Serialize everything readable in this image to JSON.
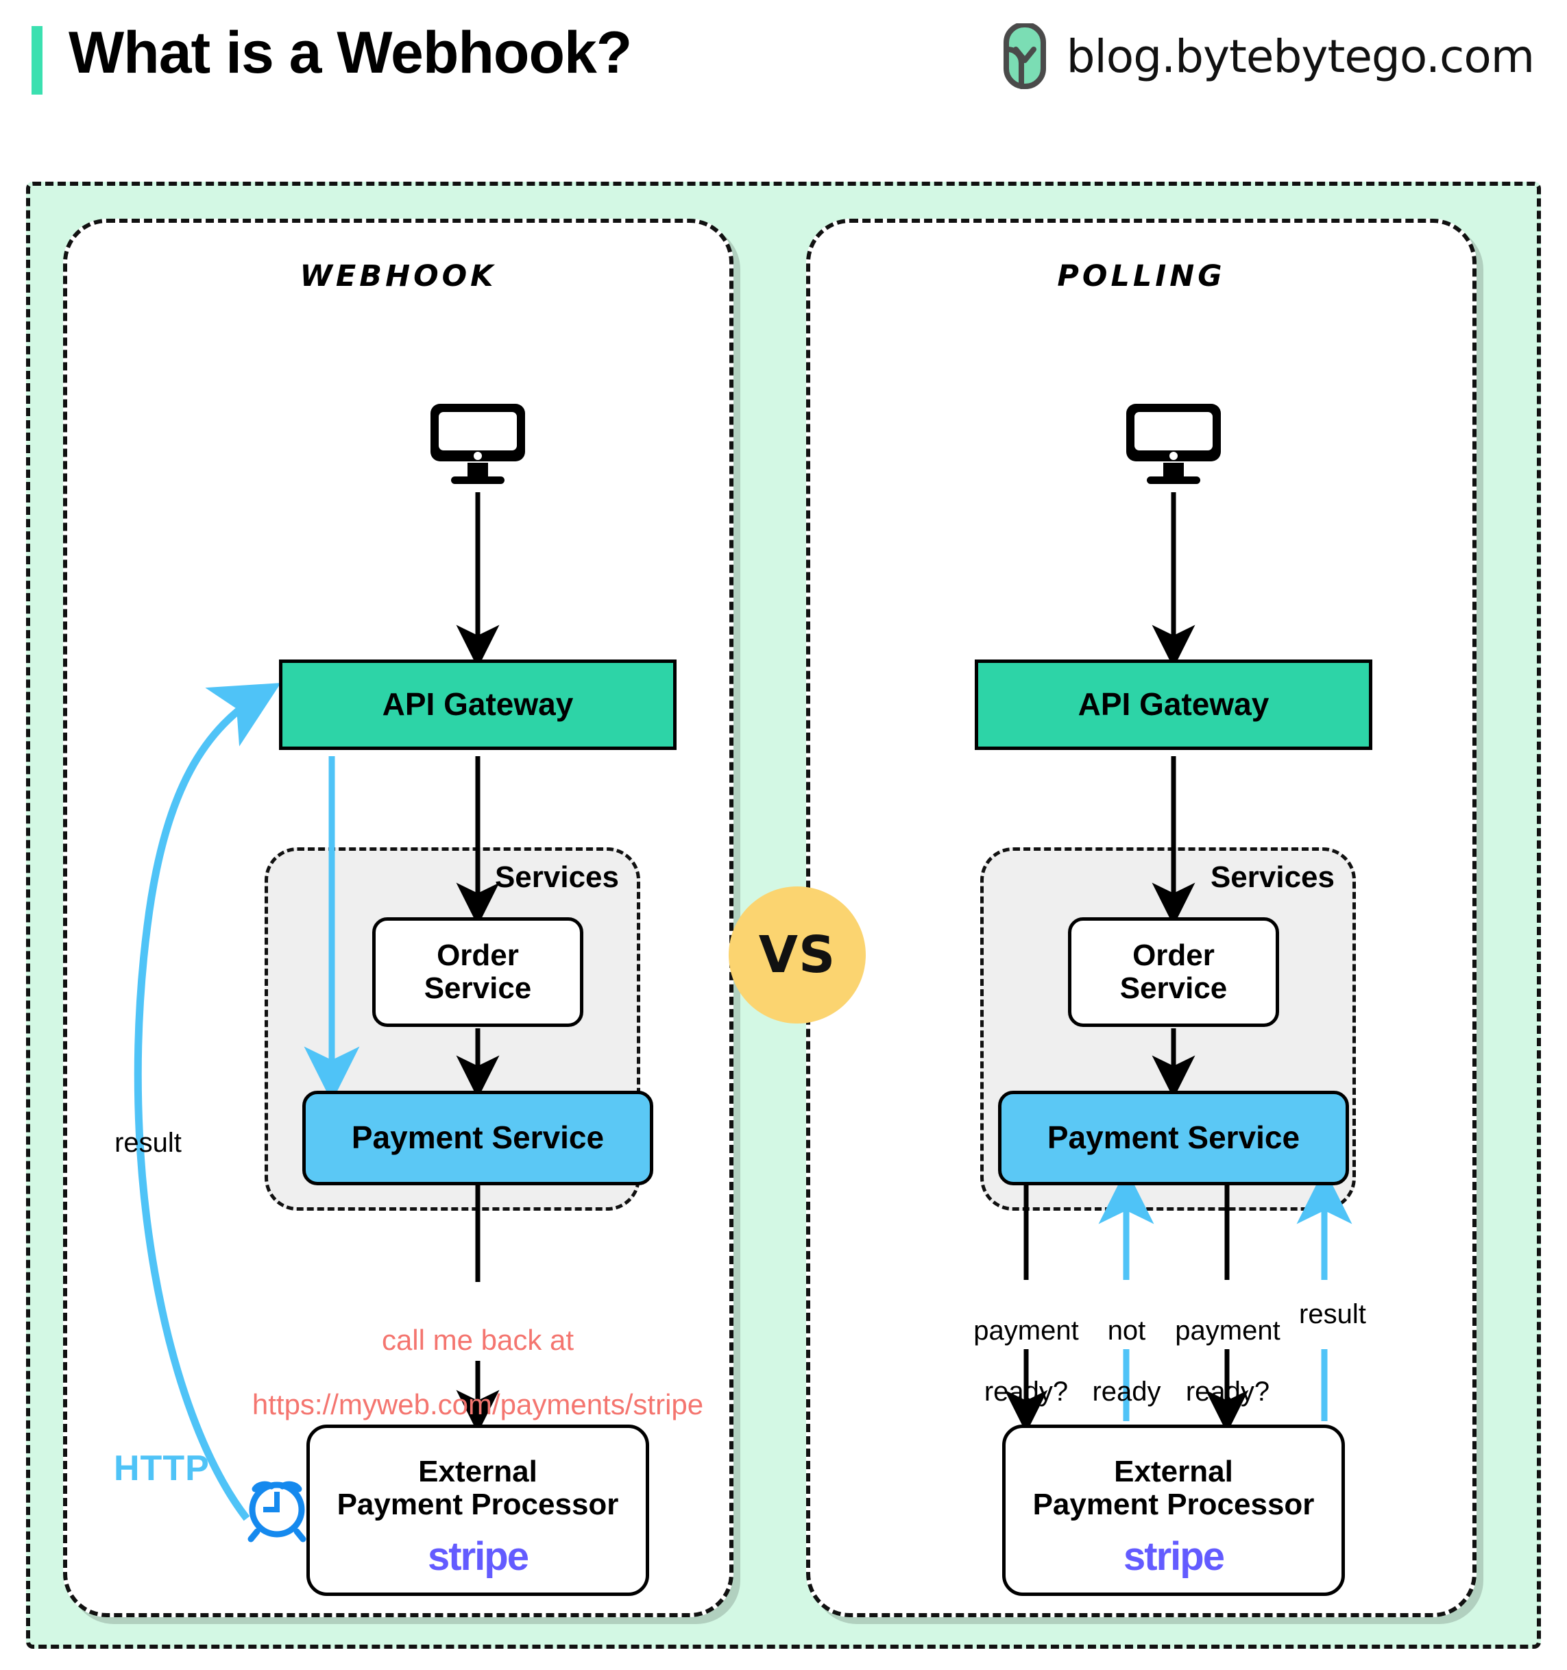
{
  "header": {
    "title": "What is a Webhook?",
    "brand_text": "blog.bytebytego.com",
    "logo_icon": "bytebytego-logo-icon",
    "accent_color": "#3BE0B0"
  },
  "colors": {
    "frame_background": "#D3F8E4",
    "gateway": "#2DD4A7",
    "payment_service": "#5BC8F5",
    "services_container": "#EFEFEF",
    "vs_badge": "#FBD470",
    "callback_text": "#F4756F",
    "http_blue": "#4FC3F7",
    "arrow_blue": "#4FC3F7",
    "alarm_blue": "#1589EE",
    "stripe_purple": "#635BFF"
  },
  "vs_badge": {
    "label": "VS"
  },
  "panels": [
    {
      "id": "webhook",
      "title": "Webhook",
      "client_icon": "monitor-icon",
      "gateway": {
        "label": "API Gateway"
      },
      "services": {
        "label": "Services",
        "order_service": {
          "line1": "Order",
          "line2": "Service"
        },
        "payment_service": {
          "label": "Payment Service"
        }
      },
      "callback_note": {
        "line1": "call me back at",
        "line2": "https://myweb.com/payments/stripe"
      },
      "processor": {
        "line1": "External",
        "line2": "Payment Processor",
        "logo": "stripe"
      },
      "http_label": "HTTP",
      "alarm_icon": "alarm-clock-icon",
      "result_label": "result"
    },
    {
      "id": "polling",
      "title": "Polling",
      "client_icon": "monitor-icon",
      "gateway": {
        "label": "API Gateway"
      },
      "services": {
        "label": "Services",
        "order_service": {
          "line1": "Order",
          "line2": "Service"
        },
        "payment_service": {
          "label": "Payment Service"
        }
      },
      "processor": {
        "line1": "External",
        "line2": "Payment Processor",
        "logo": "stripe"
      },
      "poll_labels": [
        {
          "line1": "payment",
          "line2": "ready?",
          "direction": "down",
          "color": "black"
        },
        {
          "line1": "not",
          "line2": "ready",
          "direction": "up",
          "color": "blue"
        },
        {
          "line1": "payment",
          "line2": "ready?",
          "direction": "down",
          "color": "black"
        },
        {
          "line1": "result",
          "line2": "",
          "direction": "up",
          "color": "blue"
        }
      ]
    }
  ]
}
